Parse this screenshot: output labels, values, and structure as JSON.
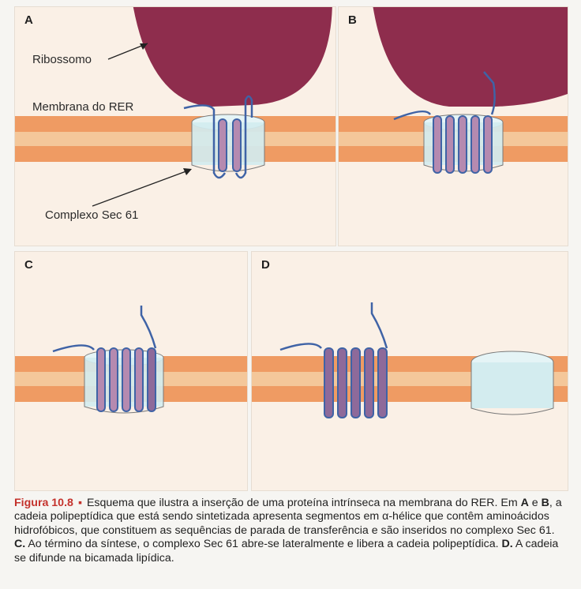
{
  "panels": [
    {
      "letter": "A"
    },
    {
      "letter": "B"
    },
    {
      "letter": "C"
    },
    {
      "letter": "D"
    }
  ],
  "labels": {
    "ribosome": "Ribossomo",
    "membrane": "Membrana do RER",
    "complex": "Complexo Sec 61"
  },
  "colors": {
    "ribosome": "#8e2d4d",
    "membrane_outer": "#ef9b63",
    "membrane_inner": "#f4c79a",
    "cytosol": "#f9ebdd",
    "polypeptide": "#3f63a6",
    "helix_fill": "#b58ab0",
    "helix_fill_dark": "#8e6a9a",
    "sec61": "#d3ecef",
    "caption_accent": "#c4322c"
  },
  "caption": {
    "figure": "Figura 10.8",
    "p1": "Esquema que ilustra a inserção de uma proteína intrínseca na membrana do RER. Em ",
    "a": "A",
    "p2": " e ",
    "b": "B",
    "p3": ", a cadeia polipeptídica que está sendo sintetizada apresenta segmentos em α-hélice que contêm aminoácidos hidrofóbicos, que constituem as sequências de parada de transferência e são inseridos no complexo Sec 61. ",
    "c": "C.",
    "p4": " Ao término da síntese, o complexo Sec 61 abre-se lateralmente e libera a cadeia polipeptídica. ",
    "d": "D.",
    "p5": " A cadeia se difunde na bicamada lipídica."
  }
}
